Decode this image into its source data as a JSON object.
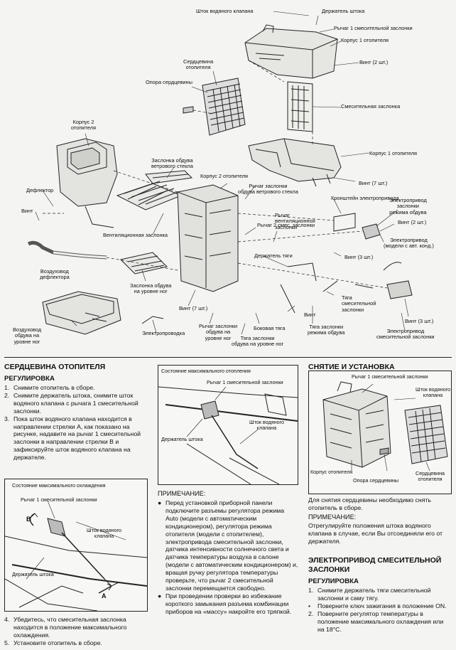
{
  "diagram_labels": {
    "valve_rod": "Шток водяного клапана",
    "rod_holder_top": "Держатель штока",
    "lever1_top": "Рычаг 1 смесительной заслонки",
    "housing1_top": "Корпус 1 отопителя",
    "screw2_top": "Винт (2 шт.)",
    "heater_core": [
      "Сердцевина",
      "отопителя"
    ],
    "core_support": "Опора сердцевины",
    "mix_damper": "Смесительная заслонка",
    "housing2_left": [
      "Корпус 2",
      "отопителя"
    ],
    "windshield_damper": [
      "Заслонка обдува",
      "ветрового стекла"
    ],
    "housing2_mid": "Корпус 2 отопителя",
    "housing1_right": "Корпус 1 отопителя",
    "screw7_right": "Винт (7 шт.)",
    "deflector": "Дефлектор",
    "lever_windshield": [
      "Рычаг заслонки",
      "обдува ветрового стекла"
    ],
    "actuator_bracket": "Кронштейн электропривода",
    "screw_left": "Винт",
    "vent_damper": "Вентиляционная заслонка",
    "lever_mix2": "Рычаг 2 смес. заслонки",
    "vent_lever": [
      "Рычаг",
      "вентиляционной",
      "заслонки"
    ],
    "mode_actuator": [
      "Электропривод",
      "заслонки",
      "режима обдува"
    ],
    "screw2_right": "Винт (2 шт.)",
    "deflector_duct": [
      "Воздуховод",
      "дефлектора"
    ],
    "rod_holder_mid": "Держатель тяги",
    "actuator_auto": [
      "Электропривод",
      "(модели с авт. конд.)"
    ],
    "screw3_mid": "Винт (3 шт.)",
    "foot_damper": [
      "Заслонка обдува",
      "на уровне ног"
    ],
    "mix_rod": [
      "Тяга",
      "смесительной",
      "заслонки"
    ],
    "screw3_right": "Винт (3 шт.)",
    "screw_mid": "Винт",
    "screw7_mid": "Винт (7 шт.)",
    "foot_duct": [
      "Воздуховод",
      "обдува на",
      "уровне ног"
    ],
    "wiring": "Электропроводка",
    "lever_foot": [
      "Рычаг заслонки",
      "обдува на",
      "уровне ног"
    ],
    "side_rod": "Боковая тяга",
    "mode_rod": [
      "Тяга заслонки",
      "режима обдува"
    ],
    "lever_foot2": [
      "Тяга заслонки",
      "обдува на уровне ног"
    ],
    "mix_actuator": [
      "Электропривод",
      "смесительной заслонки"
    ]
  },
  "col1": {
    "heading": "СЕРДЦЕВИНА ОТОПИТЕЛЯ",
    "subheading": "РЕГУЛИРОВКА",
    "steps": [
      {
        "n": "1.",
        "text": "Снимите отопитель в сборе."
      },
      {
        "n": "2.",
        "text": "Снимите держатель штока, снимите шток водяного клапана с рычага 1 смесительной заслонки."
      },
      {
        "n": "3.",
        "text": "Пока шток водяного клапана находится в направлении стрелки A, как показано на рисунке, надавите на рычаг 1 смесительной заслонки в направлении стрелки B и зафиксируйте шток водяного клапана на держателе."
      }
    ],
    "figure": {
      "title": "Состояние максимального охлаждения",
      "label_lever": "Рычаг 1 смесительной заслонки",
      "label_rod": [
        "Шток водяного",
        "клапана"
      ],
      "label_holder": "Держатель штока",
      "arrow_a": "A",
      "arrow_b": "B"
    },
    "steps_after": [
      {
        "n": "4.",
        "text": "Убедитесь, что смесительная заслонка находится в положение максимального охлаждения."
      },
      {
        "n": "5.",
        "text": "Установите отопитель в сборе."
      }
    ]
  },
  "col2": {
    "figure": {
      "title": "Состояние максимального отопления",
      "label_lever": "Рычаг 1 смесительной заслонки",
      "label_rod": [
        "Шток водяного",
        "клапана"
      ],
      "label_holder": "Держатель штока"
    },
    "note_title": "ПРИМЕЧАНИЕ:",
    "notes": [
      "Перед установкой приборной панели подключите разъемы регулятора режима Auto (модели с автоматическим кондиционером), регулятора режима отопителя (модели с отопителем), электропривода смесительной заслонки, датчика интенсивности солнечного света и датчика температуры воздуха в салоне (модели с автоматическим кондиционером) и, вращая ручку регулятора температуры проверьте, что рычаг 2 смесительной заслонки перемещается свободно.",
      "При проведении проверки во избежание короткого замыкания разъема комбинации приборов на «массу» накройте его тряпкой."
    ]
  },
  "col3": {
    "heading": "СНЯТИЕ И УСТАНОВКА",
    "figure": {
      "label_lever": "Рычаг 1 смесительной заслонки",
      "label_rod": [
        "Шток водяного",
        "клапана"
      ],
      "label_housing": "Корпус отопителя",
      "label_support": "Опора сердцевины",
      "label_core": [
        "Сердцевина",
        "отопителя"
      ]
    },
    "intro": "Для снятия сердцевины необходимо снять отопитель в сборе.",
    "note_title": "ПРИМЕЧАНИЕ:",
    "note": "Отрегулируйте положения штока водяного клапана в случае, если Вы отсоединяли его от держателя.",
    "heading2": "ЭЛЕКТРОПРИВОД СМЕСИТЕЛЬНОЙ ЗАСЛОНКИ",
    "subheading": "РЕГУЛИРОВКА",
    "steps": [
      {
        "n": "1.",
        "text": "Снимите держатель тяги смесительной заслонки и саму тягу."
      },
      {
        "n": "•",
        "text": "Поверните ключ зажигания в положение ON."
      },
      {
        "n": "2.",
        "text": "Поверните регулятор температуры в положение максимального охлаждения или на 18°C."
      }
    ]
  }
}
